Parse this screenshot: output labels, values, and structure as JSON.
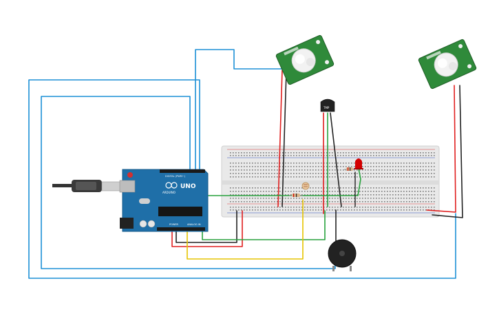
{
  "canvas": {
    "background": "#ffffff"
  },
  "colors": {
    "arduino": "#1f6fa8",
    "arduino_dark": "#155a8a",
    "breadboard": "#e8e8e8",
    "pir_board": "#2f8a3a",
    "dome": "#f2f2f2",
    "wire_blue": "#1b8fd6",
    "wire_red": "#e01e1e",
    "wire_black": "#222222",
    "wire_green": "#26a13b",
    "wire_yellow": "#e6c400",
    "led": "#d40000",
    "buzzer": "#222222"
  },
  "arduino": {
    "logo_text": "UNO",
    "brand_text": "ARDUINO",
    "digital_label": "DIGITAL (PWM~)",
    "power_label": "POWER",
    "analog_label": "ANALOG IN"
  },
  "components": {
    "arduino_board": "arduino-uno",
    "usb_cable": "usb-cable",
    "breadboard": "breadboard",
    "pir_1": "pir-motion-sensor",
    "pir_2": "pir-motion-sensor",
    "temp_sensor": "temperature-sensor",
    "temp_sensor_label": "TMP",
    "led": "red-led",
    "photoresistor": "photoresistor",
    "buzzer": "piezo-buzzer"
  }
}
